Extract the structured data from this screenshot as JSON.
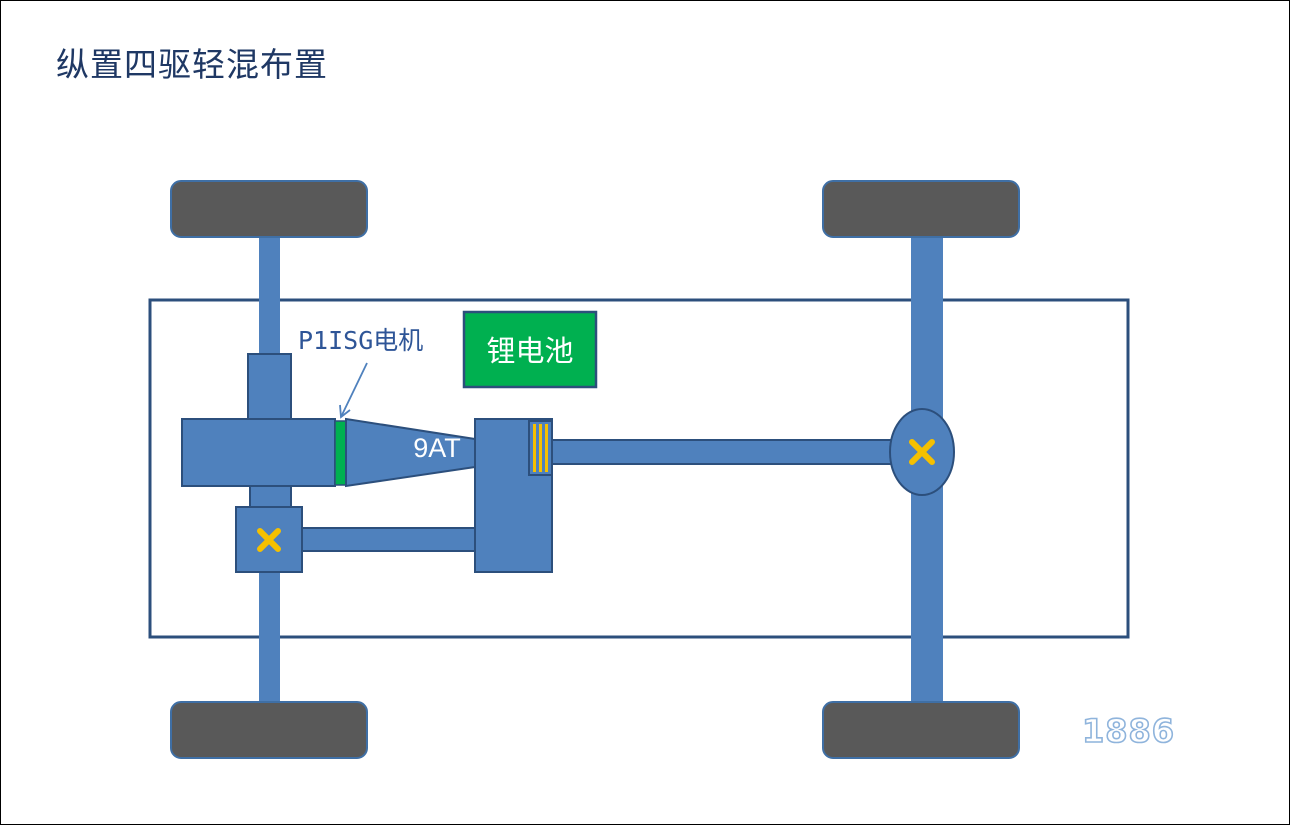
{
  "title": "纵置四驱轻混布置",
  "labels": {
    "motor": "P1ISG电机",
    "battery": "锂电池",
    "gearbox": "9AT",
    "watermark": "1886"
  },
  "colors": {
    "drivetrain": "#4f81bd",
    "outline": "#2c4f7c",
    "wheel": "#595959",
    "battery": "#00b050",
    "motor_ring": "#00b050",
    "coupling_stripes": "#f5c000",
    "differential_mark": "#f5c000",
    "title_text": "#1f3864"
  }
}
